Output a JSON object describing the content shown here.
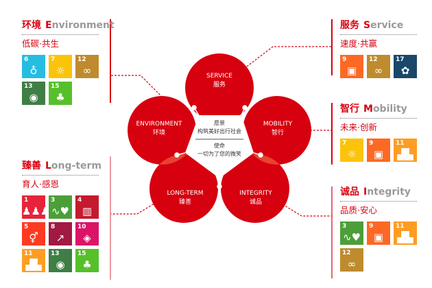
{
  "center": {
    "vision_label": "愿景",
    "vision": "构筑美好出行社会",
    "mission_label": "使命",
    "mission": "一切为了您的微笑"
  },
  "petals": [
    {
      "en": "SERVICE",
      "cn": "服务"
    },
    {
      "en": "MOBILITY",
      "cn": "智行"
    },
    {
      "en": "INTEGRITY",
      "cn": "诚品"
    },
    {
      "en": "LONG-TERM",
      "cn": "臻善"
    },
    {
      "en": "ENVIRONMENT",
      "cn": "环境"
    }
  ],
  "panels": {
    "environment": {
      "cn": "环境",
      "initial": "E",
      "rest": "nvironment",
      "sub": "低碳·共生",
      "tiles": [
        {
          "n": "6",
          "c": "#26BDE2",
          "i": "♁"
        },
        {
          "n": "7",
          "c": "#FCC30B",
          "i": "☼"
        },
        {
          "n": "12",
          "c": "#BF8B2E",
          "i": "∞"
        },
        {
          "n": "13",
          "c": "#3F7E44",
          "i": "◉"
        },
        {
          "n": "15",
          "c": "#56C02B",
          "i": "♣"
        }
      ]
    },
    "longterm": {
      "cn": "臻善",
      "initial": "L",
      "rest": "ong-term",
      "sub": "育人·感恩",
      "tiles": [
        {
          "n": "1",
          "c": "#E5243B",
          "i": "♟♟♟"
        },
        {
          "n": "3",
          "c": "#4C9F38",
          "i": "∿♥"
        },
        {
          "n": "4",
          "c": "#C5192D",
          "i": "▥"
        },
        {
          "n": "5",
          "c": "#FF3A21",
          "i": "⚥"
        },
        {
          "n": "8",
          "c": "#A21942",
          "i": "↗"
        },
        {
          "n": "10",
          "c": "#DD1367",
          "i": "◈"
        },
        {
          "n": "11",
          "c": "#FD9D24",
          "i": "▟▙"
        },
        {
          "n": "13",
          "c": "#3F7E44",
          "i": "◉"
        },
        {
          "n": "15",
          "c": "#56C02B",
          "i": "♣"
        }
      ]
    },
    "service": {
      "cn": "服务",
      "initial": "S",
      "rest": "ervice",
      "sub": "速度·共赢",
      "tiles": [
        {
          "n": "9",
          "c": "#FD6925",
          "i": "▣"
        },
        {
          "n": "12",
          "c": "#BF8B2E",
          "i": "∞"
        },
        {
          "n": "17",
          "c": "#19486A",
          "i": "✿"
        }
      ]
    },
    "mobility": {
      "cn": "智行",
      "initial": "M",
      "rest": "obility",
      "sub": "未来·创新",
      "tiles": [
        {
          "n": "7",
          "c": "#FCC30B",
          "i": "☼"
        },
        {
          "n": "9",
          "c": "#FD6925",
          "i": "▣"
        },
        {
          "n": "11",
          "c": "#FD9D24",
          "i": "▟▙"
        }
      ]
    },
    "integrity": {
      "cn": "诚品",
      "initial": "I",
      "rest": "ntegrity",
      "sub": "品质·安心",
      "tiles": [
        {
          "n": "3",
          "c": "#4C9F38",
          "i": "∿♥"
        },
        {
          "n": "9",
          "c": "#FD6925",
          "i": "▣"
        },
        {
          "n": "11",
          "c": "#FD9D24",
          "i": "▟▙"
        },
        {
          "n": "12",
          "c": "#BF8B2E",
          "i": "∞"
        }
      ]
    }
  },
  "colors": {
    "red": "#d7000f",
    "overlap": "#e8432f"
  }
}
